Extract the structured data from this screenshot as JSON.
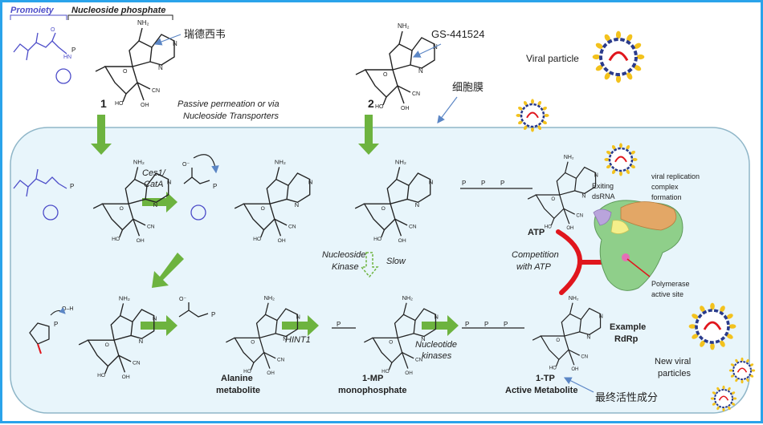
{
  "colors": {
    "frame": "#2aa3ea",
    "cell_fill": "#e8f5fb",
    "cell_edge": "#8fb6c8",
    "arrow_green": "#6db33f",
    "promoiety": "#4d4dc9",
    "red": "#e0161d",
    "virion_yellow": "#f3c21d",
    "virion_blue": "#2a3b8c",
    "pointer": "#5b86c5"
  },
  "top": {
    "promoiety": "Promoiety",
    "nucleoside_phosphate": "Nucleoside phosphate",
    "remdesivir_cn": "瑞德西韦",
    "gs_label": "GS-441524",
    "label_1": "1",
    "label_2": "2",
    "passive_line1": "Passive permeation or via",
    "passive_line2": "Nucleoside Transporters",
    "membrane_cn": "细胞膜",
    "viral_particle": "Viral particle"
  },
  "steps": {
    "ces1_line1": "Ces1/",
    "ces1_line2": "CatA",
    "nuc_kinase_line1": "Nucleoside",
    "nuc_kinase_line2": "Kinase",
    "slow": "Slow",
    "hint1": "HINT1",
    "nucleotide_line1": "Nucleotide",
    "nucleotide_line2": "kinases"
  },
  "metabolites": {
    "alanine_line1": "Alanine",
    "alanine_line2": "metabolite",
    "mp_line1": "1-MP",
    "mp_line2": "monophosphate",
    "tp_line1": "1-TP",
    "tp_line2": "Active Metabolite",
    "final_cn": "最终活性成分",
    "atp": "ATP"
  },
  "rdrp": {
    "competition_line1": "Competition",
    "competition_line2": "with ATP",
    "exiting_line1": "Exiting",
    "exiting_line2": "dsRNA",
    "replication_line1": "viral replication",
    "replication_line2": "complex",
    "replication_line3": "formation",
    "polymerase_line1": "Polymerase",
    "polymerase_line2": "active site",
    "example_line1": "Example",
    "example_line2": "RdRp",
    "new_viral_line1": "New viral",
    "new_viral_line2": "particles"
  },
  "chem": {
    "nh2": "NH₂",
    "oh": "OH",
    "ho": "HO",
    "cn": "CN",
    "n": "N",
    "o": "O",
    "p": "P",
    "hn": "HN",
    "om": "O⁻",
    "h": "H"
  }
}
